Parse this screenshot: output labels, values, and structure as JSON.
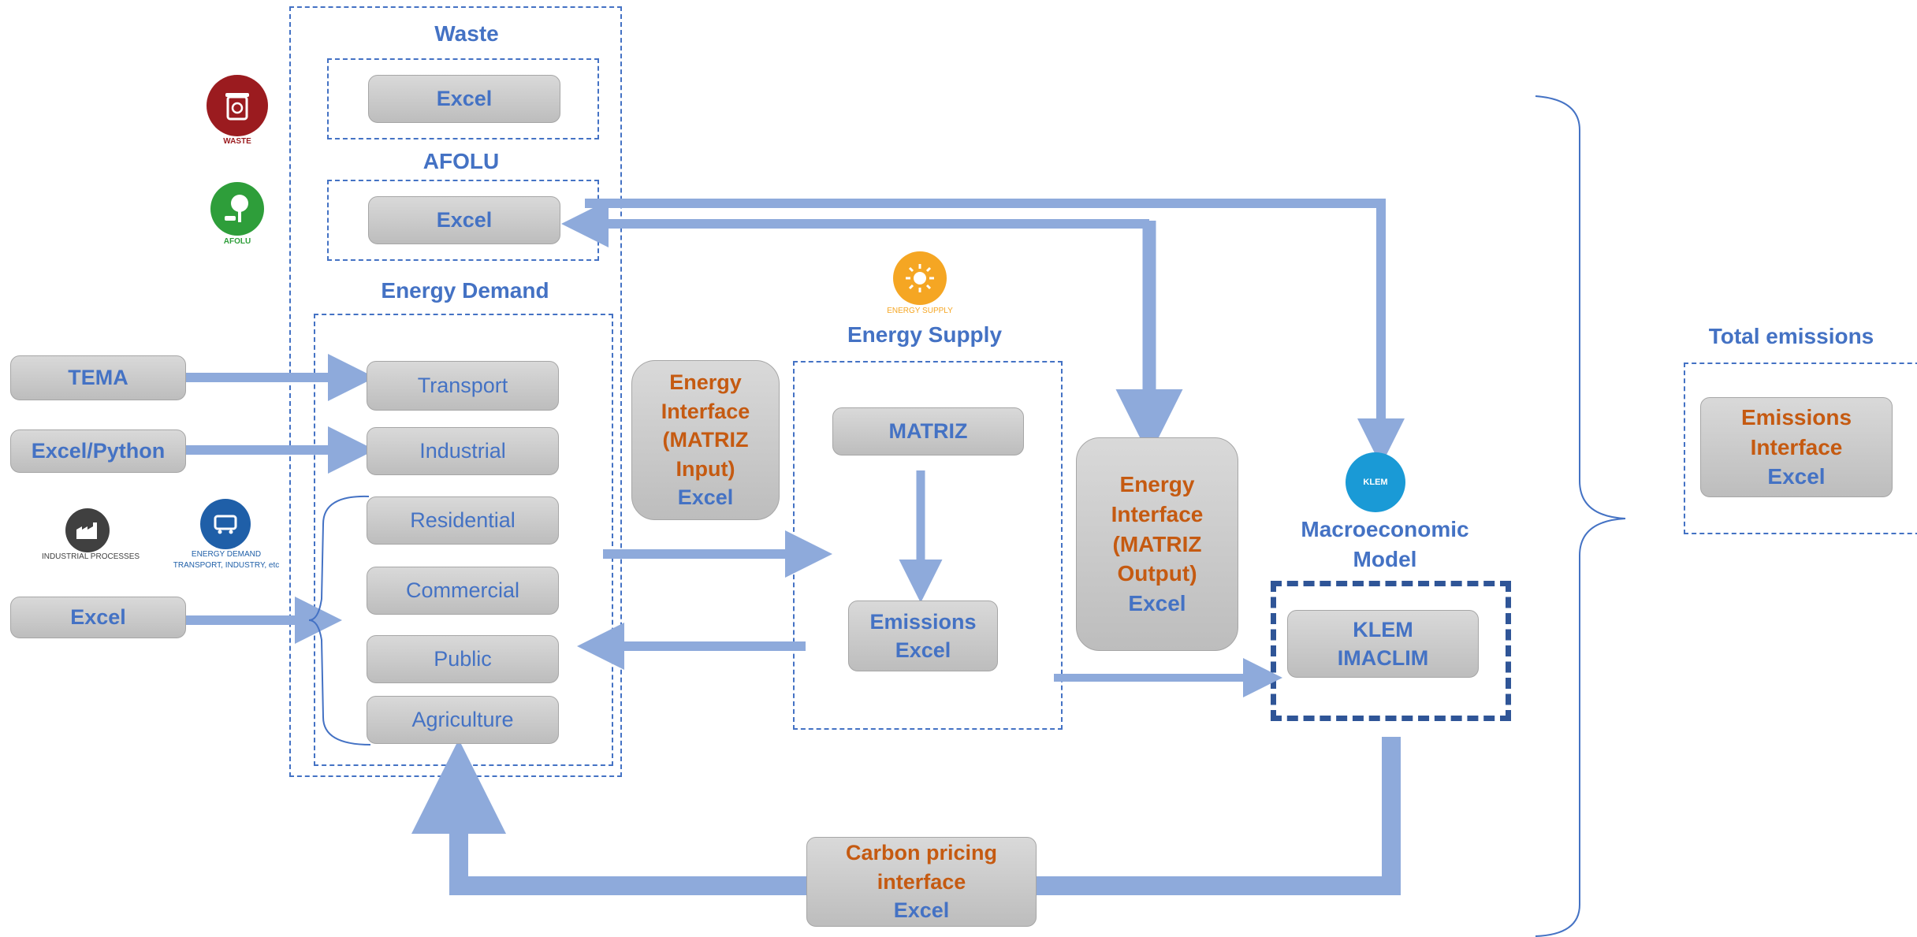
{
  "titles": {
    "waste": "Waste",
    "afolu": "AFOLU",
    "energy_demand": "Energy Demand",
    "energy_supply": "Energy Supply",
    "total_emissions": "Total emissions",
    "macro_model": "Macroeconomic Model"
  },
  "boxes": {
    "waste_excel": "Excel",
    "afolu_excel": "Excel",
    "tema": "TEMA",
    "excel_python": "Excel/Python",
    "excel_left": "Excel",
    "transport": "Transport",
    "industrial": "Industrial",
    "residential": "Residential",
    "commercial": "Commercial",
    "public": "Public",
    "agriculture": "Agriculture",
    "matriz": "MATRIZ",
    "emissions_1": "Emissions",
    "emissions_2": "Excel",
    "klem_1": "KLEM",
    "klem_2": "IMACLIM"
  },
  "interfaces": {
    "input": {
      "l1": "Energy",
      "l2": "Interface",
      "l3": "(MATRIZ",
      "l4": "Input)",
      "l5": "Excel"
    },
    "output": {
      "l1": "Energy",
      "l2": "Interface",
      "l3": "(MATRIZ",
      "l4": "Output)",
      "l5": "Excel"
    },
    "emissions": {
      "l1": "Emissions",
      "l2": "Interface",
      "l3": "Excel"
    },
    "carbon": {
      "l1": "Carbon pricing",
      "l2": "interface",
      "l3": "Excel"
    }
  },
  "icons": {
    "waste": {
      "name": "waste-icon",
      "caption": "WASTE",
      "color": "#9b1b1f"
    },
    "afolu": {
      "name": "afolu-icon",
      "caption": "AFOLU",
      "color": "#2e9e3a"
    },
    "industrial": {
      "name": "industrial-processes-icon",
      "caption": "INDUSTRIAL PROCESSES",
      "color": "#404040"
    },
    "energy_demand": {
      "name": "energy-demand-icon",
      "caption_1": "ENERGY DEMAND",
      "caption_2": "TRANSPORT, INDUSTRY, etc",
      "color": "#1f5fa8"
    },
    "energy_supply": {
      "name": "energy-supply-icon",
      "caption": "ENERGY SUPPLY",
      "color": "#f5a623"
    },
    "klem": {
      "name": "klem-icon",
      "caption": "KLEM",
      "color": "#1a9ad6"
    }
  },
  "colors": {
    "label_blue": "#4472c4",
    "label_orange": "#c55a11",
    "arrow": "#8eaadb",
    "dash_blue": "#4472c4",
    "dash_dark": "#2f5597"
  }
}
